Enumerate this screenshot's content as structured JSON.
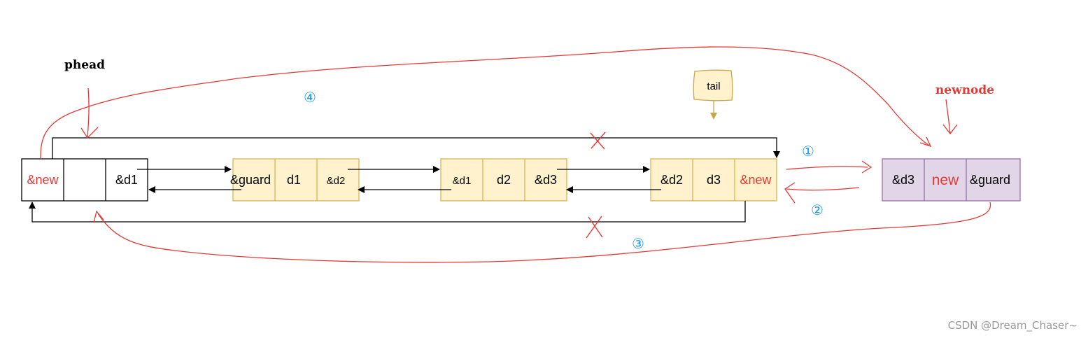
{
  "labels": {
    "phead": "phead",
    "tail": "tail",
    "newnode": "newnode",
    "step1": "①",
    "step2": "②",
    "step3": "③",
    "step4": "④",
    "cross": "×"
  },
  "guard_node": {
    "prev": "&new",
    "data": "",
    "next": "&d1"
  },
  "node_d1": {
    "prev": "&guard",
    "data": "d1",
    "next": "&d2"
  },
  "node_d2": {
    "prev": "&d1",
    "data": "d2",
    "next": "&d3"
  },
  "node_d3": {
    "prev": "&d2",
    "data": "d3",
    "next": "&new"
  },
  "new_node": {
    "prev": "&d3",
    "data": "new",
    "next": "&guard"
  },
  "watermark": "CSDN @Dream_Chaser~",
  "colors": {
    "red": "#e53935",
    "blue": "#1e9be8",
    "node_fill": "#fff2cc",
    "node_stroke": "#d6b656",
    "new_fill": "#e1d5e7",
    "new_stroke": "#9673a6",
    "tail_fill": "#fff2cc",
    "tail_stroke": "#c9a74a"
  }
}
